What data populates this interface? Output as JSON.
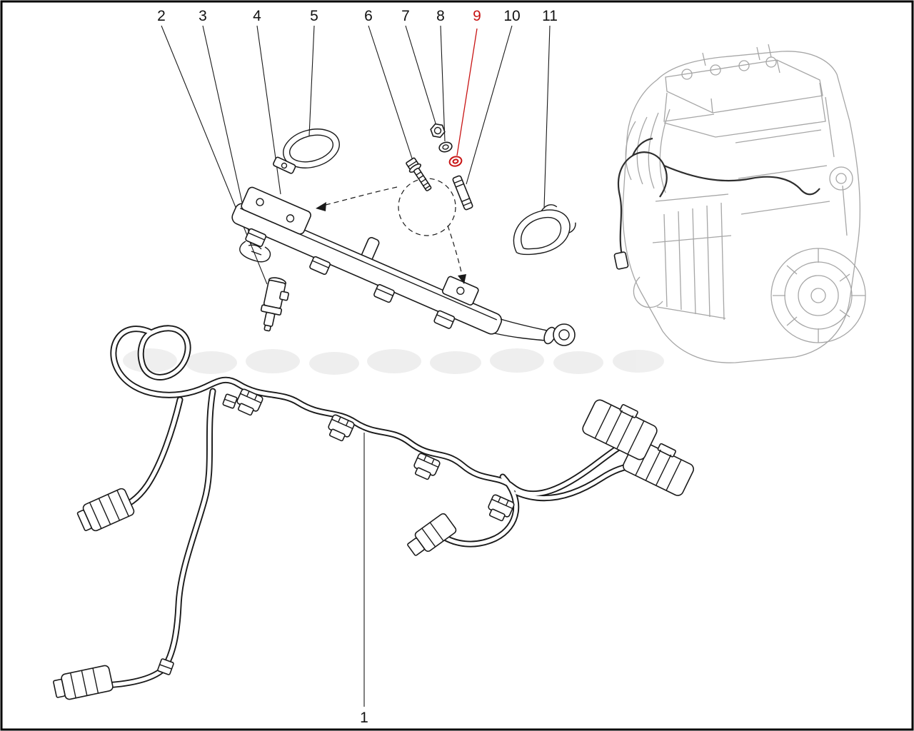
{
  "diagram": {
    "type": "exploded-parts-line-drawing",
    "callouts": {
      "c1": {
        "label": "1"
      },
      "c2": {
        "label": "2"
      },
      "c3": {
        "label": "3"
      },
      "c4": {
        "label": "4"
      },
      "c5": {
        "label": "5"
      },
      "c6": {
        "label": "6"
      },
      "c7": {
        "label": "7"
      },
      "c8": {
        "label": "8"
      },
      "c9": {
        "label": "9"
      },
      "c10": {
        "label": "10"
      },
      "c11": {
        "label": "11"
      }
    },
    "highlighted_callout": "9",
    "colors": {
      "line": "#1a1a1a",
      "callout_text": "#111111",
      "highlight": "#c81414",
      "engine_sketch": "#a6a6a6",
      "watermark": "#ededed",
      "background": "#ffffff",
      "frame": "#000000"
    }
  }
}
